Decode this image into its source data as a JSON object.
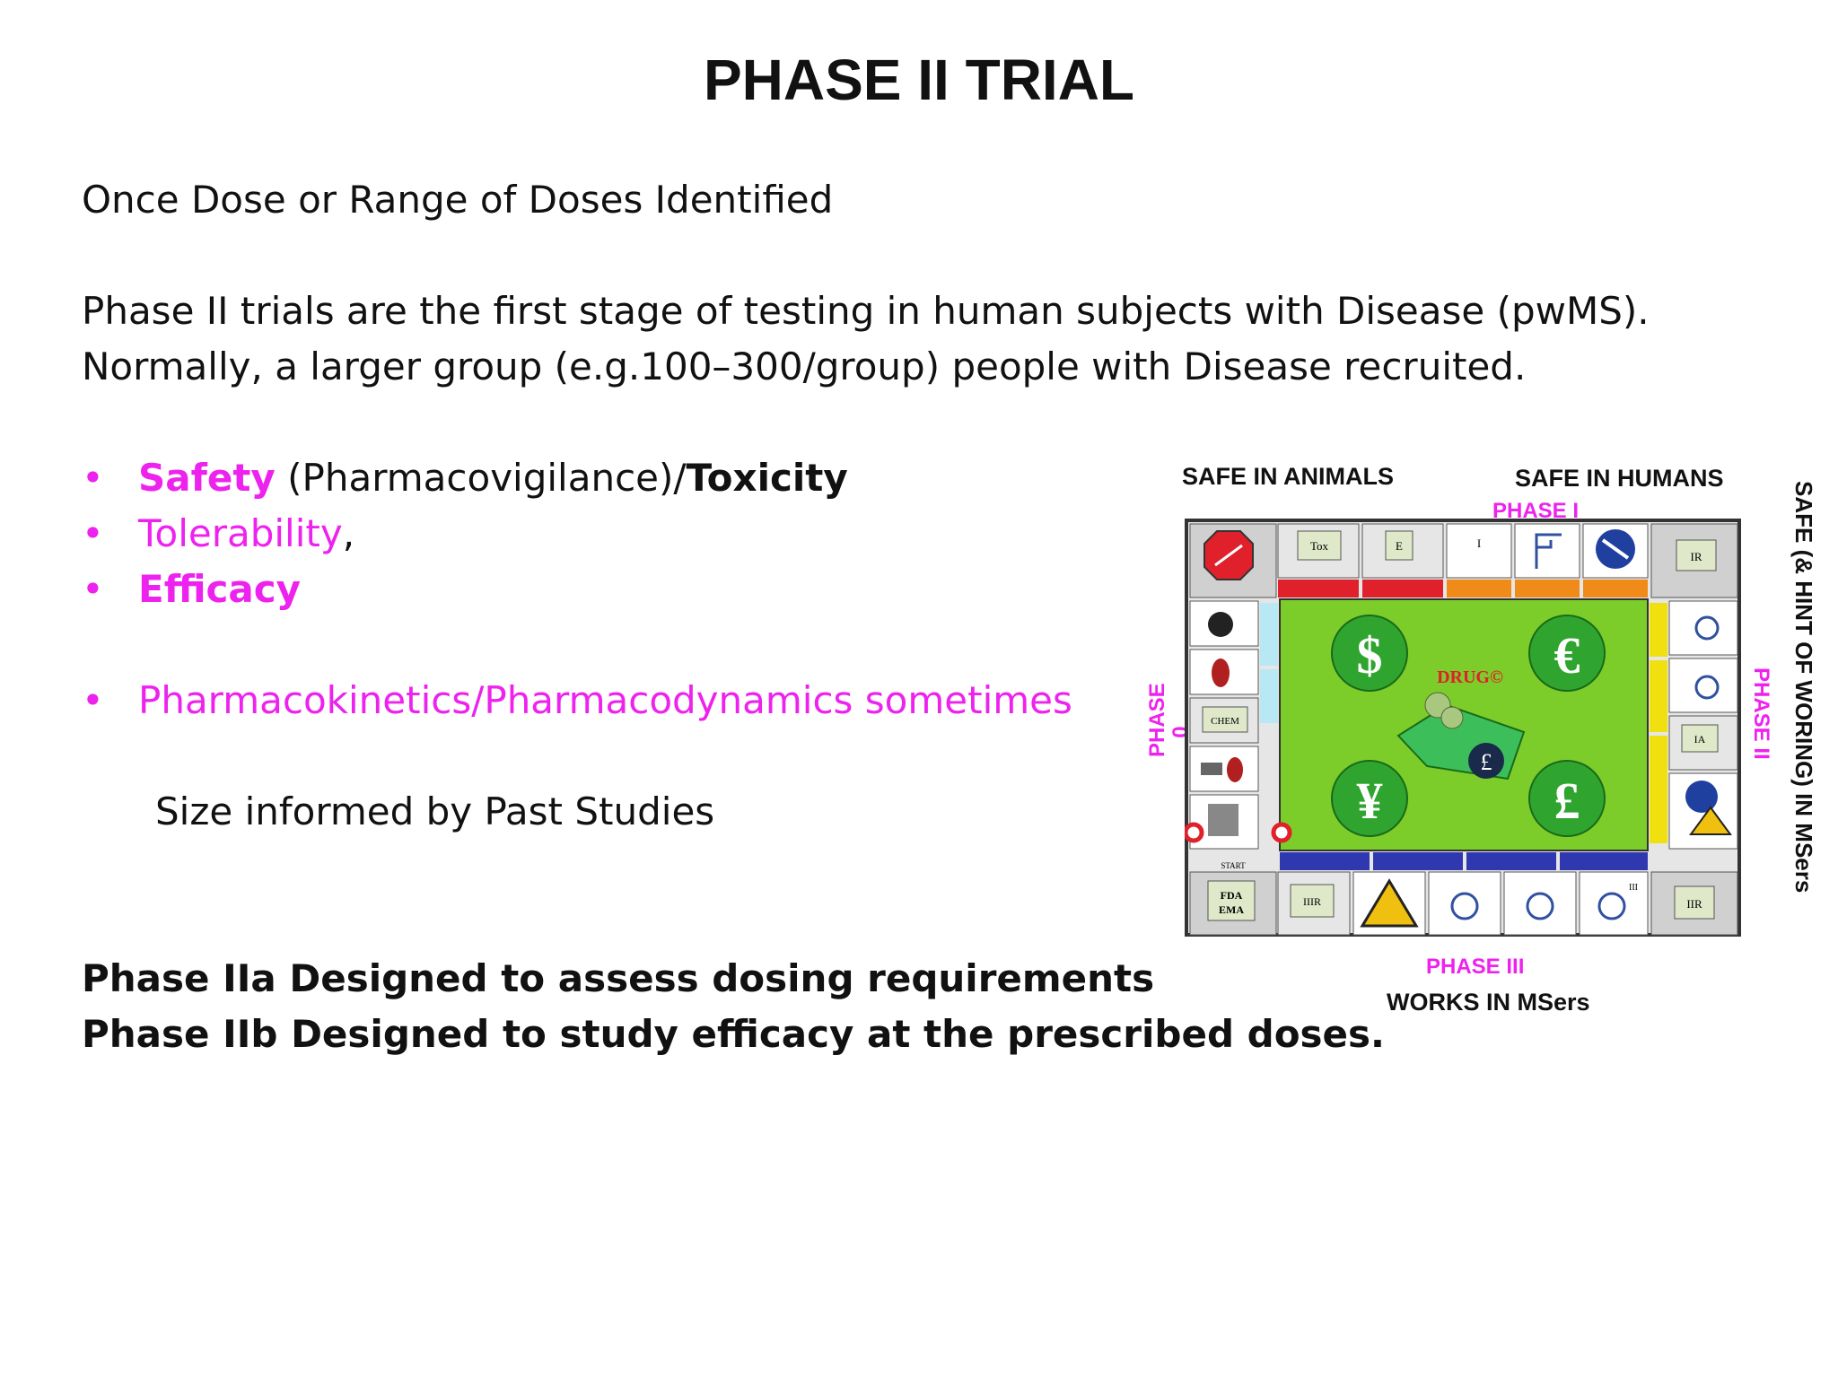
{
  "title": "PHASE II TRIAL",
  "intro": "Once Dose or Range of Doses Identified",
  "paragraph_line1": "Phase II trials are the first stage of testing in human subjects with Disease (pwMS).",
  "paragraph_line2": "Normally, a larger group (e.g.100–300/group) people with Disease recruited.",
  "bullets": {
    "b1_safety": "Safety",
    "b1_middle": " (Pharmacovigilance)/",
    "b1_toxicity": "Toxicity",
    "b2_tolerability": "Tolerability",
    "b2_comma": ",",
    "b3_efficacy": "Efficacy",
    "b4": "Pharmacokinetics/Pharmacodynamics sometimes",
    "dot": "•"
  },
  "size_note": "Size informed by Past Studies",
  "phase2a": "Phase IIa  Designed to assess dosing requirements",
  "phase2b": "Phase IIb  Designed to study efficacy  at the prescribed doses.",
  "board": {
    "safe_animals": "SAFE IN ANIMALS",
    "safe_humans": "SAFE IN HUMANS",
    "phase1": "PHASE I",
    "phase0": "PHASE 0",
    "phase2": "PHASE II",
    "phase3": "PHASE III",
    "works_in": "WORKS IN MSers",
    "side_text": "SAFE (& HINT OF WORING) IN MSers",
    "drug": "DRUG©",
    "tiles": {
      "tox": "Tox",
      "e": "E",
      "i": "I",
      "ir": "IR",
      "chem": "CHEM",
      "ia": "IA",
      "iiir": "IIIR",
      "iir": "IIR",
      "start": "START",
      "fda": "FDA",
      "ema": "EMA",
      "iii": "III"
    },
    "currency": {
      "dollar": "$",
      "euro": "€",
      "yen": "¥",
      "pound": "£"
    }
  },
  "colors": {
    "magenta": "#ee22ee",
    "board_green": "#7ccc2a",
    "coin_green": "#2fa52f"
  }
}
